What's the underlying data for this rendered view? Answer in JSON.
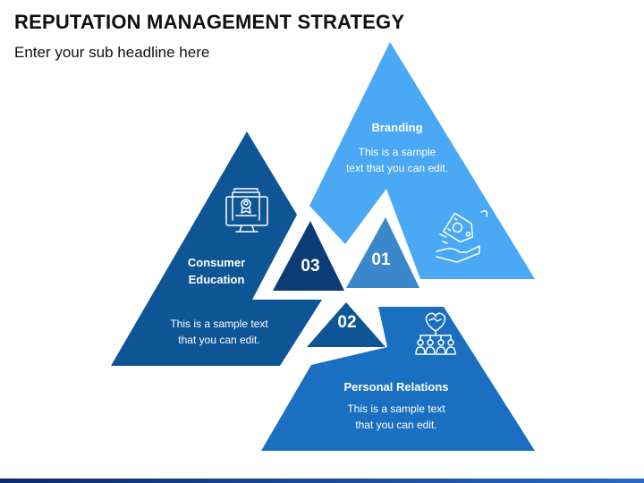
{
  "title": "REPUTATION MANAGEMENT STRATEGY",
  "subtitle": "Enter your sub headline here",
  "colors": {
    "branding": "#4aa8f4",
    "personal_relations": "#1a6fc0",
    "consumer_education": "#0e5596",
    "number_01": "#3a87cc",
    "number_02": "#0e5596",
    "number_03": "#0b3d74"
  },
  "segments": [
    {
      "number": "01",
      "heading": "Branding",
      "body_lines": [
        "This is a sample",
        "text that you can edit."
      ],
      "icon": "hand-holding-tag-icon"
    },
    {
      "number": "02",
      "heading": "Personal Relations",
      "body_lines": [
        "This is a sample text",
        "that you can edit."
      ],
      "icon": "heart-handshake-network-icon"
    },
    {
      "number": "03",
      "heading_lines": [
        "Consumer",
        "Education"
      ],
      "body_lines": [
        "This is a sample text",
        "that you can edit."
      ],
      "icon": "online-certificate-icon"
    }
  ]
}
